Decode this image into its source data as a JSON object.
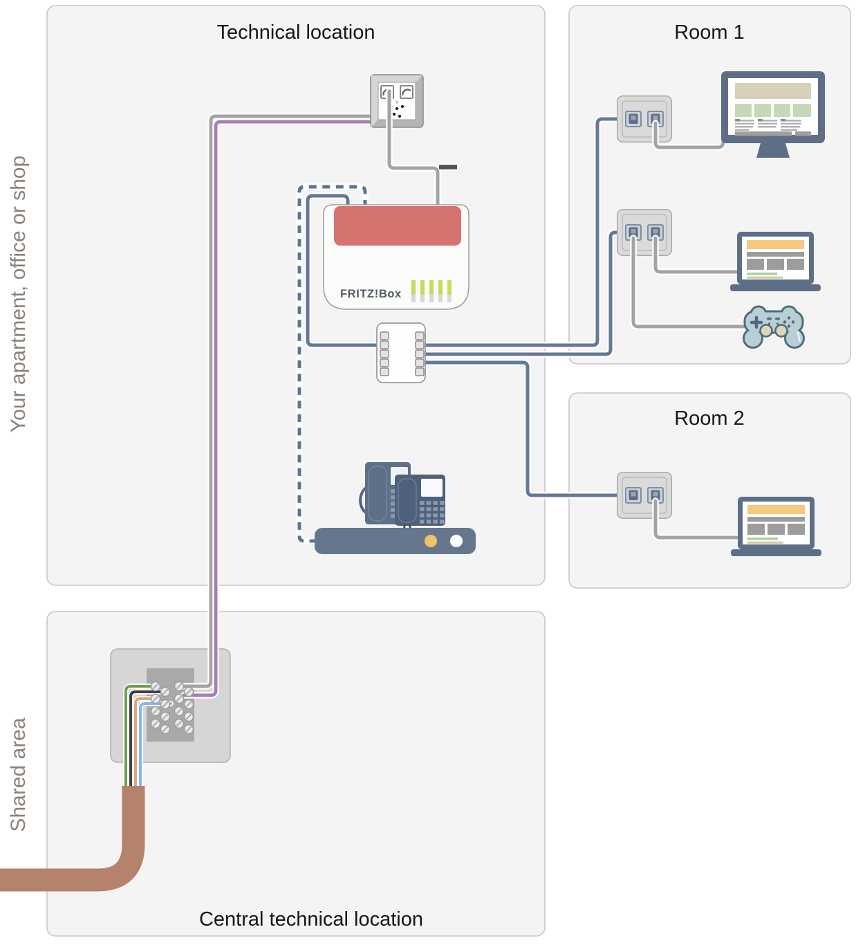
{
  "side_labels": {
    "apartment": "Your apartment, office or shop",
    "shared": "Shared area"
  },
  "panels": {
    "technical": {
      "title": "Technical location"
    },
    "room1": {
      "title": "Room 1"
    },
    "room2": {
      "title": "Room 2"
    },
    "central": {
      "title": "Central technical location"
    }
  },
  "devices": {
    "router_logo": "FRITZ!Box",
    "icons": [
      "phone-wall-socket",
      "fritzbox-router",
      "lan-switch",
      "desk-phone",
      "desk-phone",
      "phone-system-unit",
      "network-wall-socket",
      "network-wall-socket",
      "network-wall-socket",
      "desktop-monitor",
      "laptop",
      "game-controller",
      "laptop",
      "distribution-box",
      "house-connection-cable"
    ]
  },
  "connections": [
    {
      "from": "distribution-box",
      "to": "phone-wall-socket",
      "type": "phone-pair"
    },
    {
      "from": "phone-wall-socket",
      "to": "fritzbox-router",
      "type": "dsl-cable"
    },
    {
      "from": "fritzbox-router",
      "to": "lan-switch",
      "type": "lan"
    },
    {
      "from": "fritzbox-router",
      "to": "phone-system-unit",
      "type": "dashed-extension"
    },
    {
      "from": "lan-switch",
      "to": "room1-socket-top",
      "type": "lan"
    },
    {
      "from": "lan-switch",
      "to": "room1-socket-bottom",
      "type": "lan"
    },
    {
      "from": "lan-switch",
      "to": "room2-socket",
      "type": "lan"
    },
    {
      "from": "room1-socket-top",
      "to": "desktop-monitor",
      "type": "patch-cable"
    },
    {
      "from": "room1-socket-bottom",
      "to": "laptop",
      "type": "patch-cable"
    },
    {
      "from": "room1-socket-bottom",
      "to": "game-controller",
      "type": "patch-cable"
    },
    {
      "from": "room2-socket",
      "to": "laptop",
      "type": "patch-cable"
    },
    {
      "from": "house-connection-cable",
      "to": "distribution-box",
      "type": "wires"
    }
  ],
  "colors": {
    "lan_line": "#64789a",
    "dashed_line": "#5f7491",
    "phone_purple": "#a77fb4",
    "cable_gray": "#a3a3a3",
    "dark_plug": "#4f4f4f",
    "wire_green": "#6f9e51",
    "wire_black": "#3f3f3f",
    "wire_orange": "#dca477",
    "wire_blue": "#85b5f5",
    "cable_brown": "#b5826b",
    "fritz_red": "#d5736f",
    "led_green": "#ccd95f",
    "led_amber": "#f2c267",
    "device_slate": "#5d6e87"
  }
}
